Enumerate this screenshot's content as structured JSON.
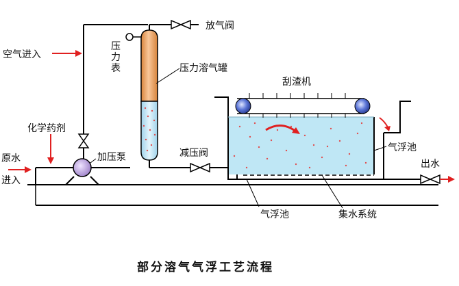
{
  "labels": {
    "vent_valve": "放气阀",
    "pressure_gauge": "压力表",
    "dissolved_air_tank": "压力溶气罐",
    "air_inlet": "空气进入",
    "chemical_dosing": "化学药剂",
    "raw_water": "原水",
    "inlet": "进入",
    "pressure_pump": "加压泵",
    "pressure_reducing_valve": "减压阀",
    "skimmer": "刮渣机",
    "flotation_tank_right": "气浮池",
    "outlet_water": "出水",
    "flotation_tank_bottom": "气浮池",
    "water_collection_system": "集水系统"
  },
  "caption": "部分溶气气浮工艺流程",
  "colors": {
    "arrow": "#e02020",
    "tank_fill_top": "#f2a865",
    "tank_fill_bottom": "#bfe4f4",
    "basin_water": "#bfe7f5",
    "bubbles": "#e05050",
    "skimmer_wheel": "#3a55b8",
    "pump": "#b497d6",
    "line": "#000000"
  }
}
